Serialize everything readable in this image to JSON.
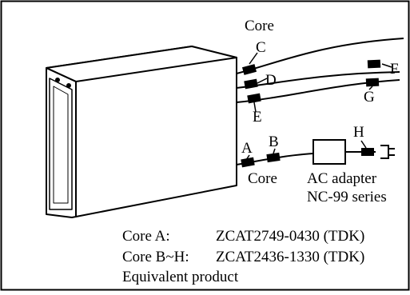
{
  "labels": {
    "core_top": "Core",
    "core_bottom": "Core",
    "c": "C",
    "d": "D",
    "e": "E",
    "f": "F",
    "g": "G",
    "a": "A",
    "b": "B",
    "h": "H",
    "adapter_line1": "AC adapter",
    "adapter_line2": "NC-99 series"
  },
  "notes": {
    "row1_label": "Core A:",
    "row1_value": "ZCAT2749-0430 (TDK)",
    "row2_label": "Core B~H:",
    "row2_value": "ZCAT2436-1330 (TDK)",
    "row3": "Equivalent product"
  },
  "colors": {
    "line": "#000000",
    "background": "#ffffff"
  }
}
